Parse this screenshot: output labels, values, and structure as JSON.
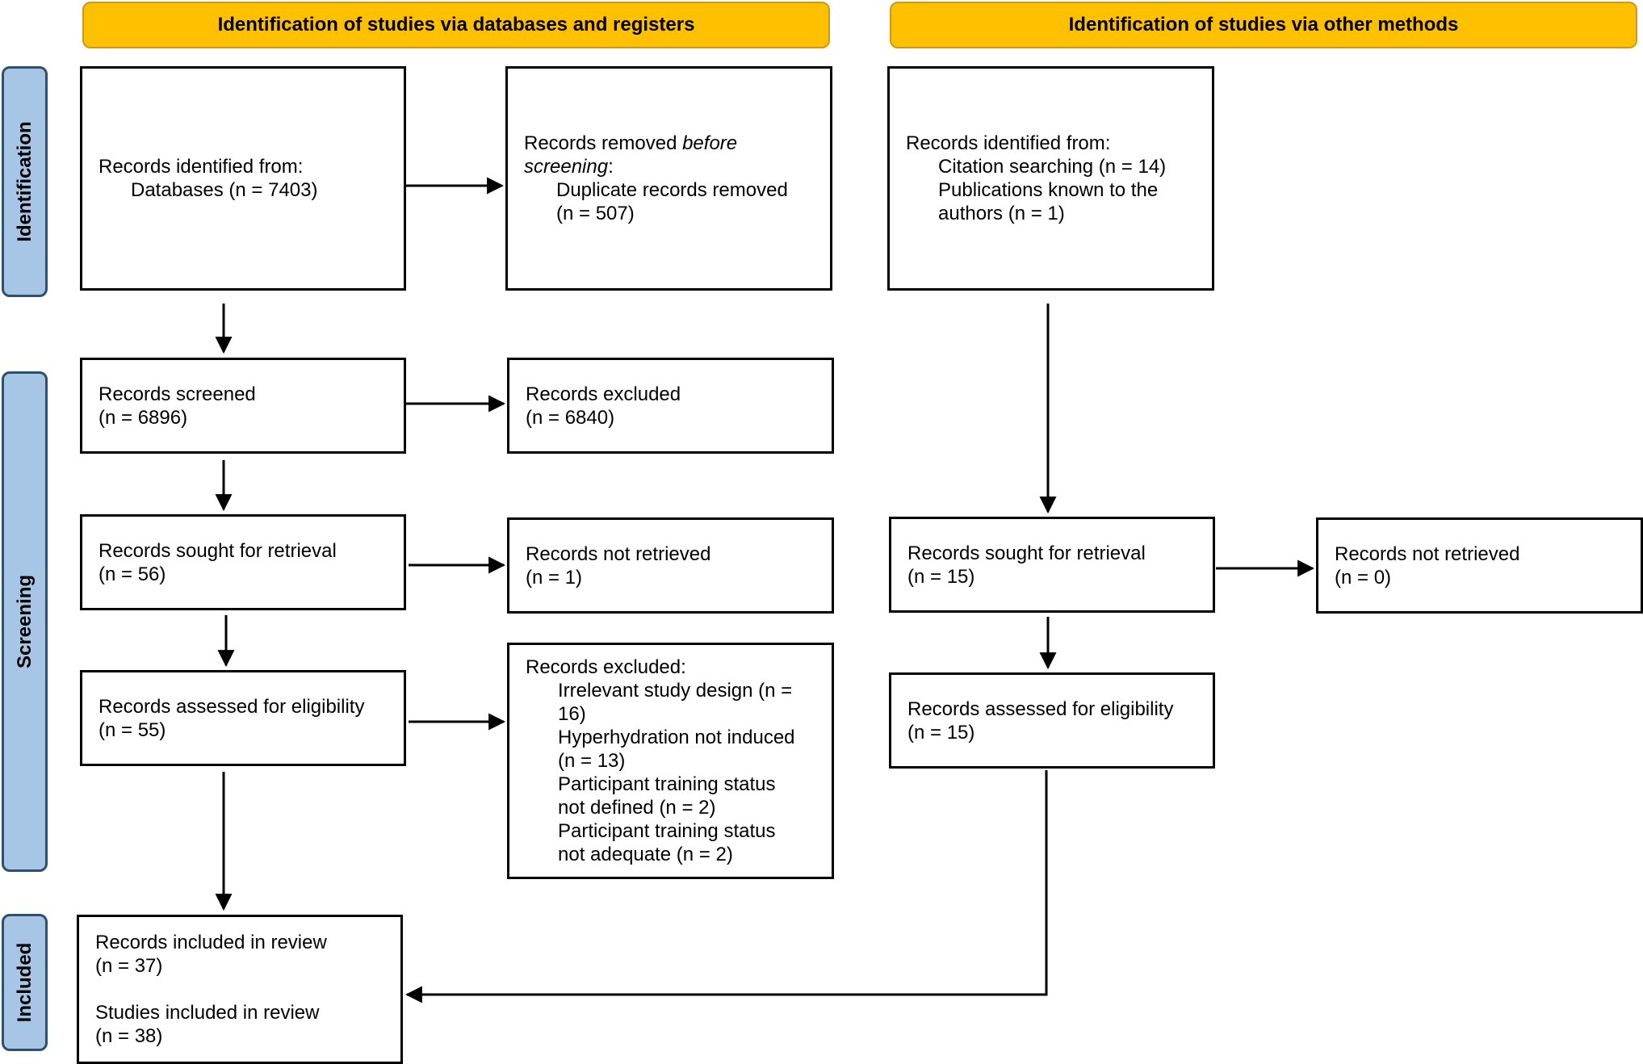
{
  "headers": {
    "databases": "Identification of studies via databases and registers",
    "other": "Identification of studies via other methods"
  },
  "phases": {
    "identification": "Identification",
    "screening": "Screening",
    "included": "Included"
  },
  "left": {
    "identified": {
      "title": "Records identified from:",
      "item": "Databases (n = 7403)"
    },
    "removed": {
      "pre": "Records removed ",
      "em": "before screening",
      "post": ":",
      "item1": "Duplicate records removed",
      "item2": "(n = 507)"
    },
    "screened": {
      "title": "Records screened",
      "n": "(n = 6896)"
    },
    "excluded": {
      "title": "Records excluded",
      "n": "(n = 6840)"
    },
    "sought": {
      "title": "Records sought for retrieval",
      "n": "(n = 56)"
    },
    "not_retrieved": {
      "title": "Records not retrieved",
      "n": "(n = 1)"
    },
    "assessed": {
      "title": "Records assessed for eligibility",
      "n": "(n = 55)"
    },
    "excluded_reasons": {
      "title": "Records excluded:",
      "lines": [
        "Irrelevant study design (n =",
        "16)",
        "Hyperhydration not induced",
        "(n = 13)",
        "Participant training status",
        "not defined (n = 2)",
        "Participant training status",
        "not adequate (n = 2)"
      ]
    },
    "included": {
      "records_title": "Records included in review",
      "records_n": "(n = 37)",
      "studies_title": "Studies included in review",
      "studies_n": "(n = 38)"
    }
  },
  "right": {
    "identified": {
      "title": "Records identified from:",
      "item1": "Citation searching (n = 14)",
      "item2": "Publications known to the",
      "item3": "authors (n = 1)"
    },
    "sought": {
      "title": "Records sought for retrieval",
      "n": "(n = 15)"
    },
    "not_retrieved": {
      "title": "Records not retrieved",
      "n": "(n = 0)"
    },
    "assessed": {
      "title": "Records assessed for eligibility",
      "n": "(n = 15)"
    }
  },
  "colors": {
    "header_fill": "#ffc000",
    "phase_fill": "#a7c5e4",
    "box_border": "#000000"
  }
}
